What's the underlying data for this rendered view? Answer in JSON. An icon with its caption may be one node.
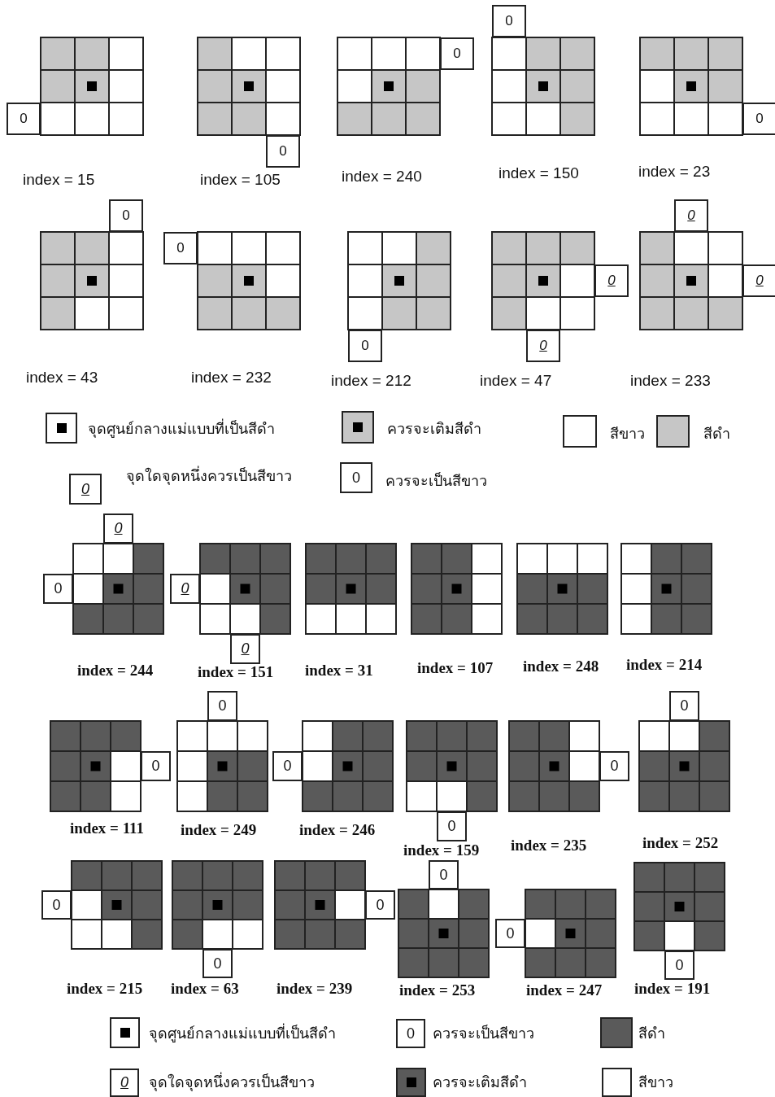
{
  "diagram": {
    "labels": [
      "0",
      "index = 15",
      "0",
      "index = 105",
      "0",
      "index = 240",
      "0",
      "index = 150",
      "0",
      "index = 23",
      "0",
      "index = 43",
      "0",
      "index = 232",
      "0",
      "index = 212",
      "0",
      "0",
      "index = 47",
      "0",
      "0",
      "index = 233",
      "0",
      "0",
      "0",
      "0",
      "index = 244",
      "0",
      "0",
      "index = 151",
      "index = 31",
      "index = 107",
      "index = 248",
      "index = 214",
      "0",
      "index = 111",
      "0",
      "index = 249",
      "0",
      "index = 246",
      "0",
      "index = 159",
      "0",
      "index = 235",
      "0",
      "index = 252",
      "0",
      "index = 215",
      "0",
      "index = 63",
      "0",
      "index = 239",
      "0",
      "index = 253",
      "0",
      "index = 247",
      "0",
      "index = 191",
      "0",
      "0"
    ],
    "legend": [
      {
        "text": "จุดศูนย์กลางแม่แบบที่เป็นสีดำ"
      },
      {
        "text": "ควรจะเติมสีดำ"
      },
      {
        "text": "สีขาว",
        "color": "#ffffff"
      },
      {
        "text": "สีดำ",
        "color": "#c6c6c6"
      },
      {
        "text": "จุดใดจุดหนึ่งควรเป็นสีขาว"
      },
      {
        "text": "ควรจะเป็นสีขาว"
      },
      {
        "text": "จุดศูนย์กลางแม่แบบที่เป็นสีดำ"
      },
      {
        "text": "ควรจะเป็นสีขาว"
      },
      {
        "text": "สีดำ",
        "color": "#5a5a5a"
      },
      {
        "text": "จุดใดจุดหนึ่งควรเป็นสีขาว"
      },
      {
        "text": "ควรจะเติมสีดำ"
      },
      {
        "text": "สีขาว",
        "color": "#ffffff"
      }
    ]
  }
}
